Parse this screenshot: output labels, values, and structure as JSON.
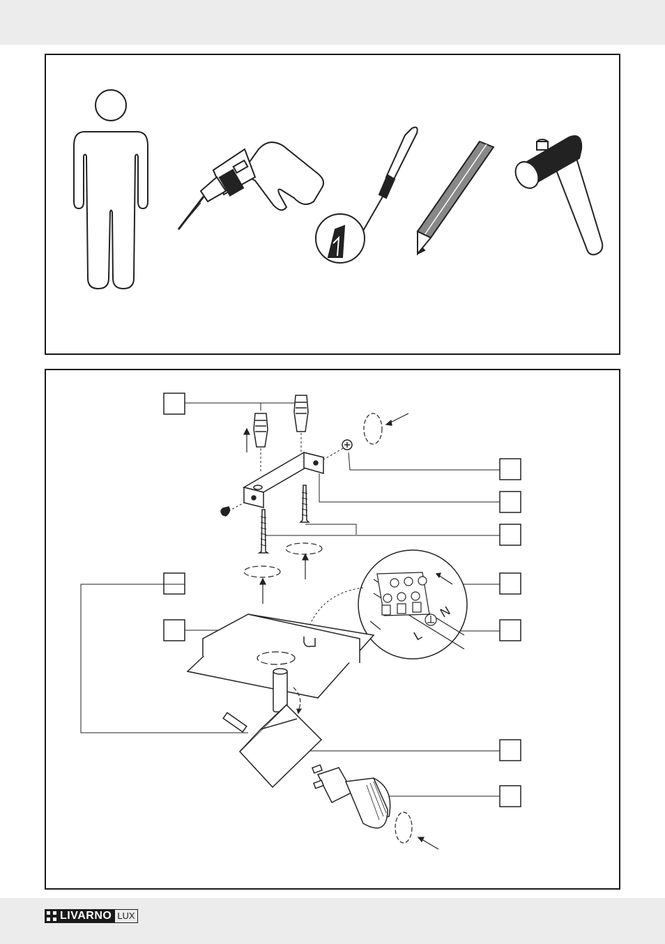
{
  "tools_panel": {
    "items": [
      {
        "name": "person-icon"
      },
      {
        "name": "drill-icon"
      },
      {
        "name": "phillips-screwdriver-icon"
      },
      {
        "name": "pencil-icon"
      },
      {
        "name": "hammer-icon"
      }
    ]
  },
  "assembly_panel": {
    "callout_boxes": [
      "",
      "",
      "",
      "",
      "",
      "",
      "",
      "",
      "",
      ""
    ],
    "terminal_labels": {
      "left": "L",
      "right": "N"
    }
  },
  "footer": {
    "brand": "LIVARNO",
    "brand_suffix": "LUX"
  }
}
